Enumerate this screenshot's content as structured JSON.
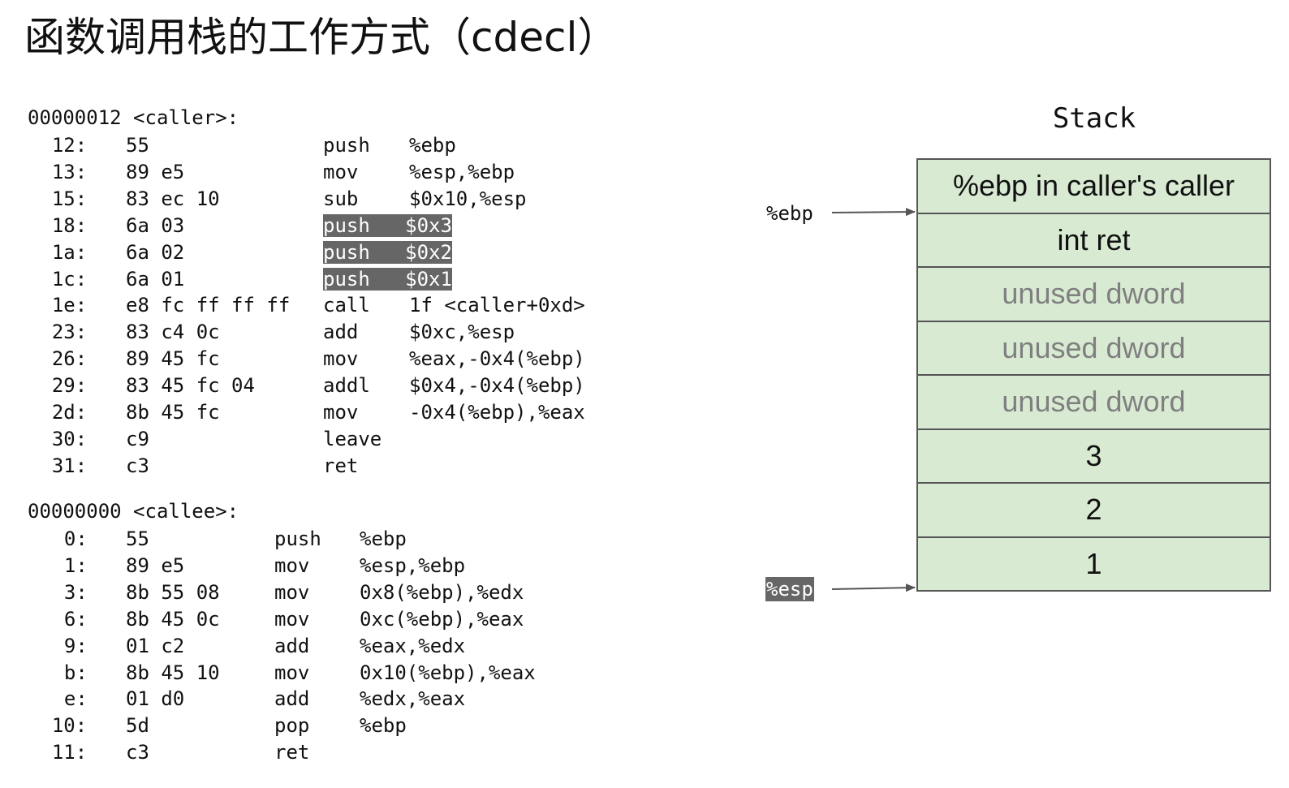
{
  "title": "函数调用栈的工作方式（cdecl）",
  "caller": {
    "header": "00000012 <caller>:",
    "lines": [
      {
        "addr": "12:",
        "bytes": "55",
        "op": "push",
        "args": "%ebp",
        "hl": false
      },
      {
        "addr": "13:",
        "bytes": "89 e5",
        "op": "mov",
        "args": "%esp,%ebp",
        "hl": false
      },
      {
        "addr": "15:",
        "bytes": "83 ec 10",
        "op": "sub",
        "args": "$0x10,%esp",
        "hl": false
      },
      {
        "addr": "18:",
        "bytes": "6a 03",
        "op": "push",
        "args": "$0x3",
        "hl": true
      },
      {
        "addr": "1a:",
        "bytes": "6a 02",
        "op": "push",
        "args": "$0x2",
        "hl": true
      },
      {
        "addr": "1c:",
        "bytes": "6a 01",
        "op": "push",
        "args": "$0x1",
        "hl": true
      },
      {
        "addr": "1e:",
        "bytes": "e8 fc ff ff ff",
        "op": "call",
        "args": "1f <caller+0xd>",
        "hl": false
      },
      {
        "addr": "23:",
        "bytes": "83 c4 0c",
        "op": "add",
        "args": "$0xc,%esp",
        "hl": false
      },
      {
        "addr": "26:",
        "bytes": "89 45 fc",
        "op": "mov",
        "args": "%eax,-0x4(%ebp)",
        "hl": false
      },
      {
        "addr": "29:",
        "bytes": "83 45 fc 04",
        "op": "addl",
        "args": "$0x4,-0x4(%ebp)",
        "hl": false
      },
      {
        "addr": "2d:",
        "bytes": "8b 45 fc",
        "op": "mov",
        "args": "-0x4(%ebp),%eax",
        "hl": false
      },
      {
        "addr": "30:",
        "bytes": "c9",
        "op": "leave",
        "args": "",
        "hl": false
      },
      {
        "addr": "31:",
        "bytes": "c3",
        "op": "ret",
        "args": "",
        "hl": false
      }
    ]
  },
  "callee": {
    "header": "00000000 <callee>:",
    "lines": [
      {
        "addr": "0:",
        "bytes": "55",
        "op": "push",
        "args": "%ebp",
        "hl": false
      },
      {
        "addr": "1:",
        "bytes": "89 e5",
        "op": "mov",
        "args": "%esp,%ebp",
        "hl": false
      },
      {
        "addr": "3:",
        "bytes": "8b 55 08",
        "op": "mov",
        "args": "0x8(%ebp),%edx",
        "hl": false
      },
      {
        "addr": "6:",
        "bytes": "8b 45 0c",
        "op": "mov",
        "args": "0xc(%ebp),%eax",
        "hl": false
      },
      {
        "addr": "9:",
        "bytes": "01 c2",
        "op": "add",
        "args": "%eax,%edx",
        "hl": false
      },
      {
        "addr": "b:",
        "bytes": "8b 45 10",
        "op": "mov",
        "args": "0x10(%ebp),%eax",
        "hl": false
      },
      {
        "addr": "e:",
        "bytes": "01 d0",
        "op": "add",
        "args": "%edx,%eax",
        "hl": false
      },
      {
        "addr": "10:",
        "bytes": "5d",
        "op": "pop",
        "args": "%ebp",
        "hl": false
      },
      {
        "addr": "11:",
        "bytes": "c3",
        "op": "ret",
        "args": "",
        "hl": false
      }
    ]
  },
  "stack": {
    "title": "Stack",
    "cells": [
      {
        "label": "%ebp in caller's caller",
        "unused": false
      },
      {
        "label": "int ret",
        "unused": false
      },
      {
        "label": "unused dword",
        "unused": true
      },
      {
        "label": "unused dword",
        "unused": true
      },
      {
        "label": "unused dword",
        "unused": true
      },
      {
        "label": "3",
        "unused": false
      },
      {
        "label": "2",
        "unused": false
      },
      {
        "label": "1",
        "unused": false
      }
    ],
    "ebp_label": "%ebp",
    "esp_label": "%esp"
  },
  "colors": {
    "cell_fill": "#d9ead3",
    "highlight": "#666666",
    "unused_text": "#7f7f7f"
  }
}
